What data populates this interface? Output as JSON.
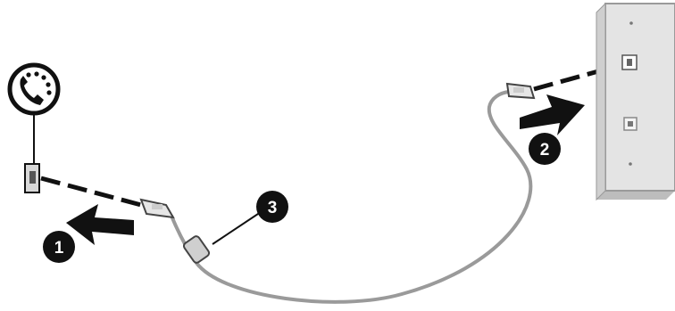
{
  "callouts": [
    {
      "id": "1",
      "text": "1"
    },
    {
      "id": "2",
      "text": "2"
    },
    {
      "id": "3",
      "text": "3"
    }
  ],
  "icons": {
    "phone_symbol": "telephone-handset-icon",
    "arrow_1": "arrow-right-icon",
    "arrow_2": "arrow-right-icon"
  },
  "colors": {
    "ink": "#111111",
    "cable": "#9a9a9a",
    "plate_face": "#e4e4e4",
    "plate_edge": "#bdbdbd"
  }
}
